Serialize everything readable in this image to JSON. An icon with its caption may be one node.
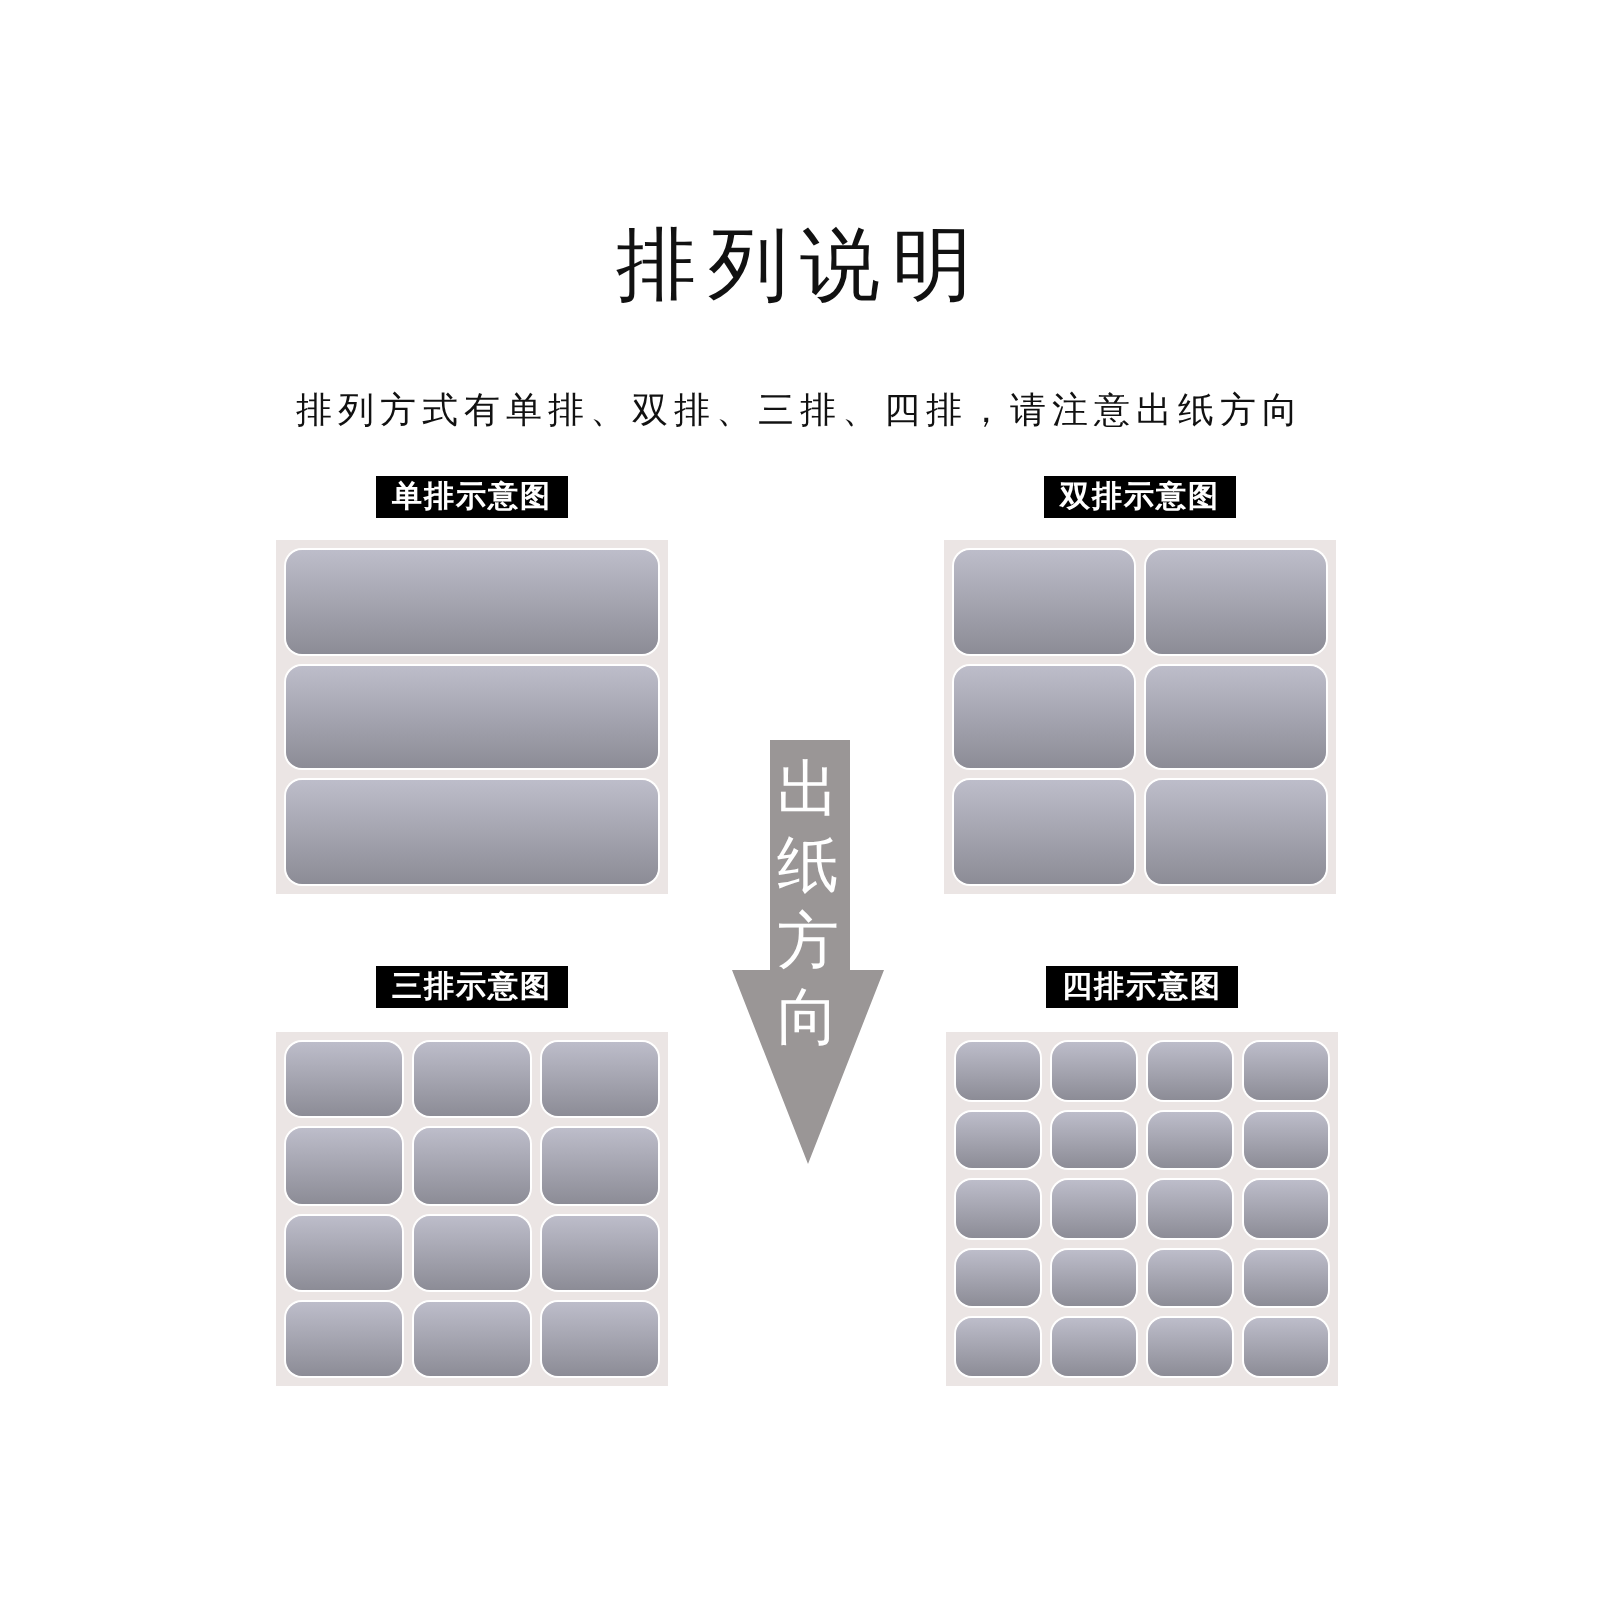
{
  "diagram": {
    "title": "排列说明",
    "nodes": [
      {
        "text": [
          "单排示意图"
        ]
      },
      {
        "text": [],
        "shape": "box",
        "in": 0
      },
      {
        "text": [],
        "shape": "box",
        "in": 0
      },
      {
        "text": [],
        "shape": "box",
        "in": 0
      },
      {
        "text": [
          "双排示意图"
        ]
      },
      {
        "text": [],
        "shape": "box",
        "in": 4
      },
      {
        "text": [],
        "shape": "box",
        "in": 4
      },
      {
        "text": [],
        "shape": "box",
        "in": 4
      },
      {
        "text": [],
        "shape": "box",
        "in": 4
      },
      {
        "text": [],
        "shape": "box",
        "in": 4
      },
      {
        "text": [],
        "shape": "box",
        "in": 4
      },
      {
        "text": [
          "出纸方向"
        ]
      },
      {
        "text": [
          "三排示意图"
        ]
      },
      {
        "text": [],
        "shape": "box",
        "in": 12
      },
      {
        "text": [],
        "shape": "box",
        "in": 12
      },
      {
        "text": [],
        "shape": "box",
        "in": 12
      },
      {
        "text": [],
        "shape": "box",
        "in": 12
      },
      {
        "text": [],
        "shape": "box",
        "in": 12
      },
      {
        "text": [],
        "shape": "box",
        "in": 12
      },
      {
        "text": [],
        "shape": "box",
        "in": 12
      },
      {
        "text": [],
        "shape": "box",
        "in": 12
      },
      {
        "text": [],
        "shape": "box",
        "in": 12
      },
      {
        "text": [],
        "shape": "box",
        "in": 12
      },
      {
        "text": [],
        "shape": "box",
        "in": 12
      },
      {
        "text": [],
        "shape": "box",
        "in": 12
      },
      {
        "text": [
          "四排示意图"
        ]
      },
      {
        "text": [],
        "shape": "box",
        "in": 25
      },
      {
        "text": [],
        "shape": "box",
        "in": 25
      },
      {
        "text": [],
        "shape": "box",
        "in": 25
      },
      {
        "text": [],
        "shape": "box",
        "in": 25
      },
      {
        "text": [],
        "shape": "box",
        "in": 25
      },
      {
        "text": [],
        "shape": "box",
        "in": 25
      },
      {
        "text": [],
        "shape": "box",
        "in": 25
      },
      {
        "text": [],
        "shape": "box",
        "in": 25
      },
      {
        "text": [],
        "shape": "box",
        "in": 25
      },
      {
        "text": [],
        "shape": "box",
        "in": 25
      },
      {
        "text": [],
        "shape": "box",
        "in": 25
      },
      {
        "text": [],
        "shape": "box",
        "in": 25
      },
      {
        "text": [],
        "shape": "box",
        "in": 25
      },
      {
        "text": [],
        "shape": "box",
        "in": 25
      },
      {
        "text": [],
        "shape": "box",
        "in": 25
      },
      {
        "text": [],
        "shape": "box",
        "in": 25
      },
      {
        "text": [],
        "shape": "box",
        "in": 25
      },
      {
        "text": [],
        "shape": "box",
        "in": 25
      },
      {
        "text": [],
        "shape": "box",
        "in": 25
      },
      {
        "text": [],
        "shape": "box",
        "in": 25
      }
    ],
    "edges": [],
    "labels": [
      "排列方式有单排、双排、三排、四排，请注意出纸方向"
    ]
  }
}
